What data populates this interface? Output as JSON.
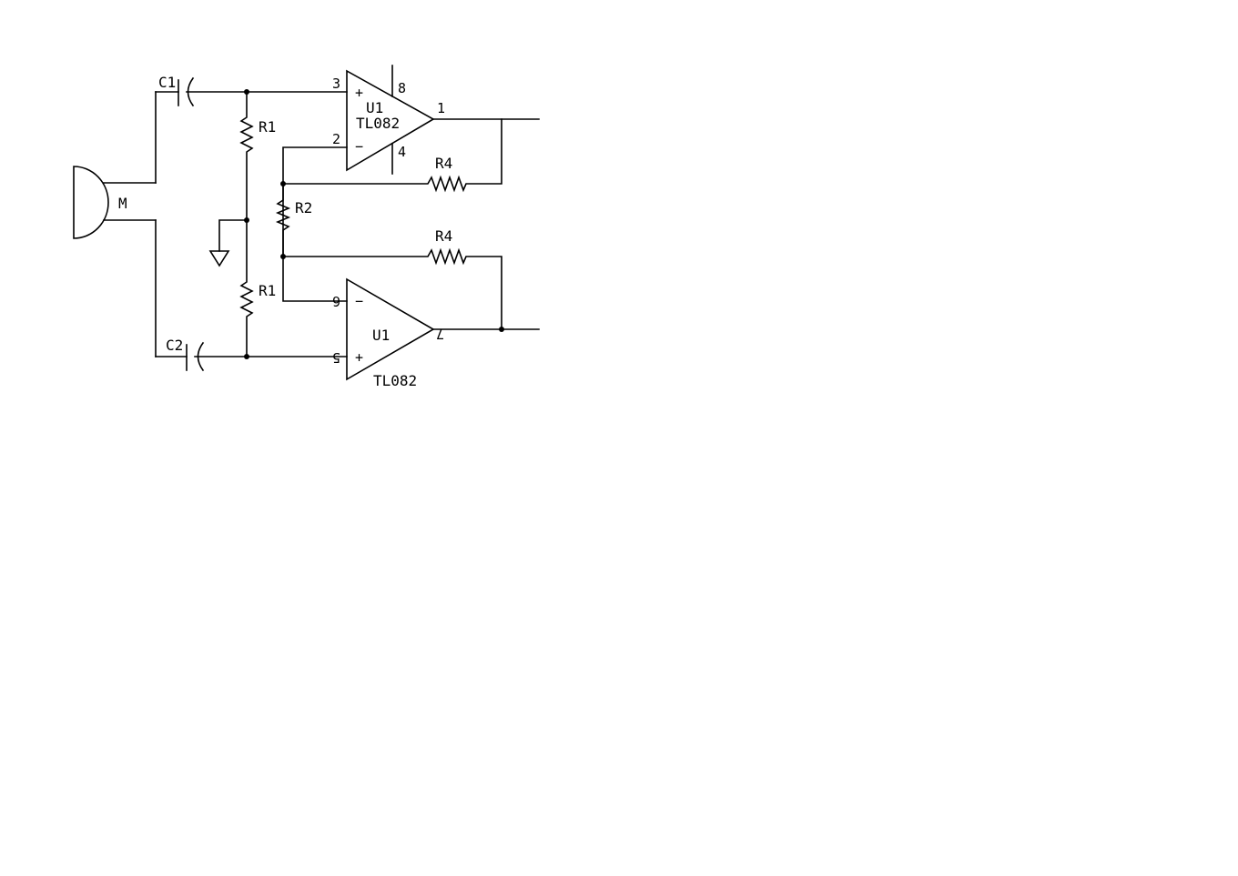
{
  "schematic": {
    "mic": {
      "label": "M"
    },
    "capacitors": [
      {
        "label": "C1"
      },
      {
        "label": "C2"
      }
    ],
    "resistors": {
      "r1_top": "R1",
      "r1_bottom": "R1",
      "r2": "R2",
      "r4_top": "R4",
      "r4_bottom": "R4"
    },
    "opamp_top": {
      "ref": "U1",
      "part": "TL082",
      "pins": {
        "plus": "3",
        "minus": "2",
        "out": "1",
        "vpos": "8",
        "vneg": "4"
      }
    },
    "opamp_bottom": {
      "ref": "U1",
      "part": "TL082",
      "pins": {
        "minus": "6",
        "plus": "5",
        "out": "7"
      }
    },
    "signs": {
      "plus": "+",
      "minus": "−"
    }
  }
}
